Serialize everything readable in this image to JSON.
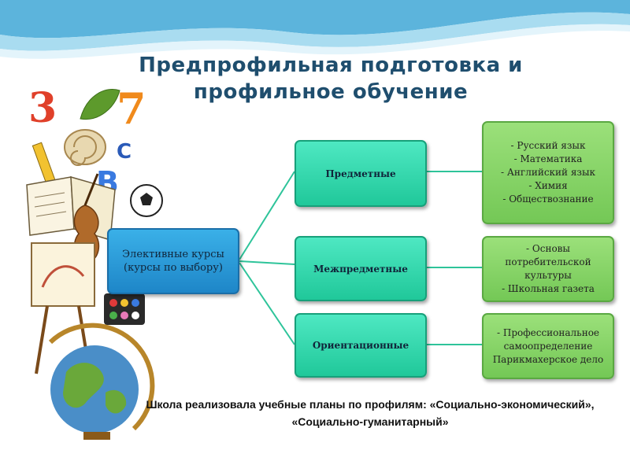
{
  "title": {
    "line1": "Предпрофильная подготовка и",
    "line2": "профильное обучение"
  },
  "elective": {
    "line1": "Элективные курсы",
    "line2": "(курсы по выбору)"
  },
  "categories": [
    {
      "label": "Предметные"
    },
    {
      "label": "Межпредметные"
    },
    {
      "label": "Ориентационные"
    }
  ],
  "details": [
    {
      "items": [
        "- Русский язык",
        "- Математика",
        "- Английский язык",
        "- Химия",
        "- Обществознание"
      ]
    },
    {
      "items": [
        "- Основы потребительской культуры",
        "- Школьная газета"
      ]
    },
    {
      "items": [
        "- Профессиональное самоопределение",
        "Парикмахерское дело"
      ]
    }
  ],
  "bottom_text": "Школа реализовала учебные планы по профилям: «Социально-экономический», «Социально-гуманитарный»",
  "colors": {
    "title": "#1f4e6e",
    "elective_box": "#2a9ad8",
    "category_box": "#33d8ae",
    "detail_box": "#86d466",
    "connector": "#2ec49a"
  },
  "illustration_icons": [
    "number-3-icon",
    "number-7-icon",
    "leaf-icon",
    "shell-icon",
    "letter-b-icon",
    "letter-c-icon",
    "pencil-icon",
    "open-book-icon",
    "violin-icon",
    "soccer-ball-icon",
    "paint-palette-icon",
    "easel-icon",
    "globe-icon"
  ]
}
